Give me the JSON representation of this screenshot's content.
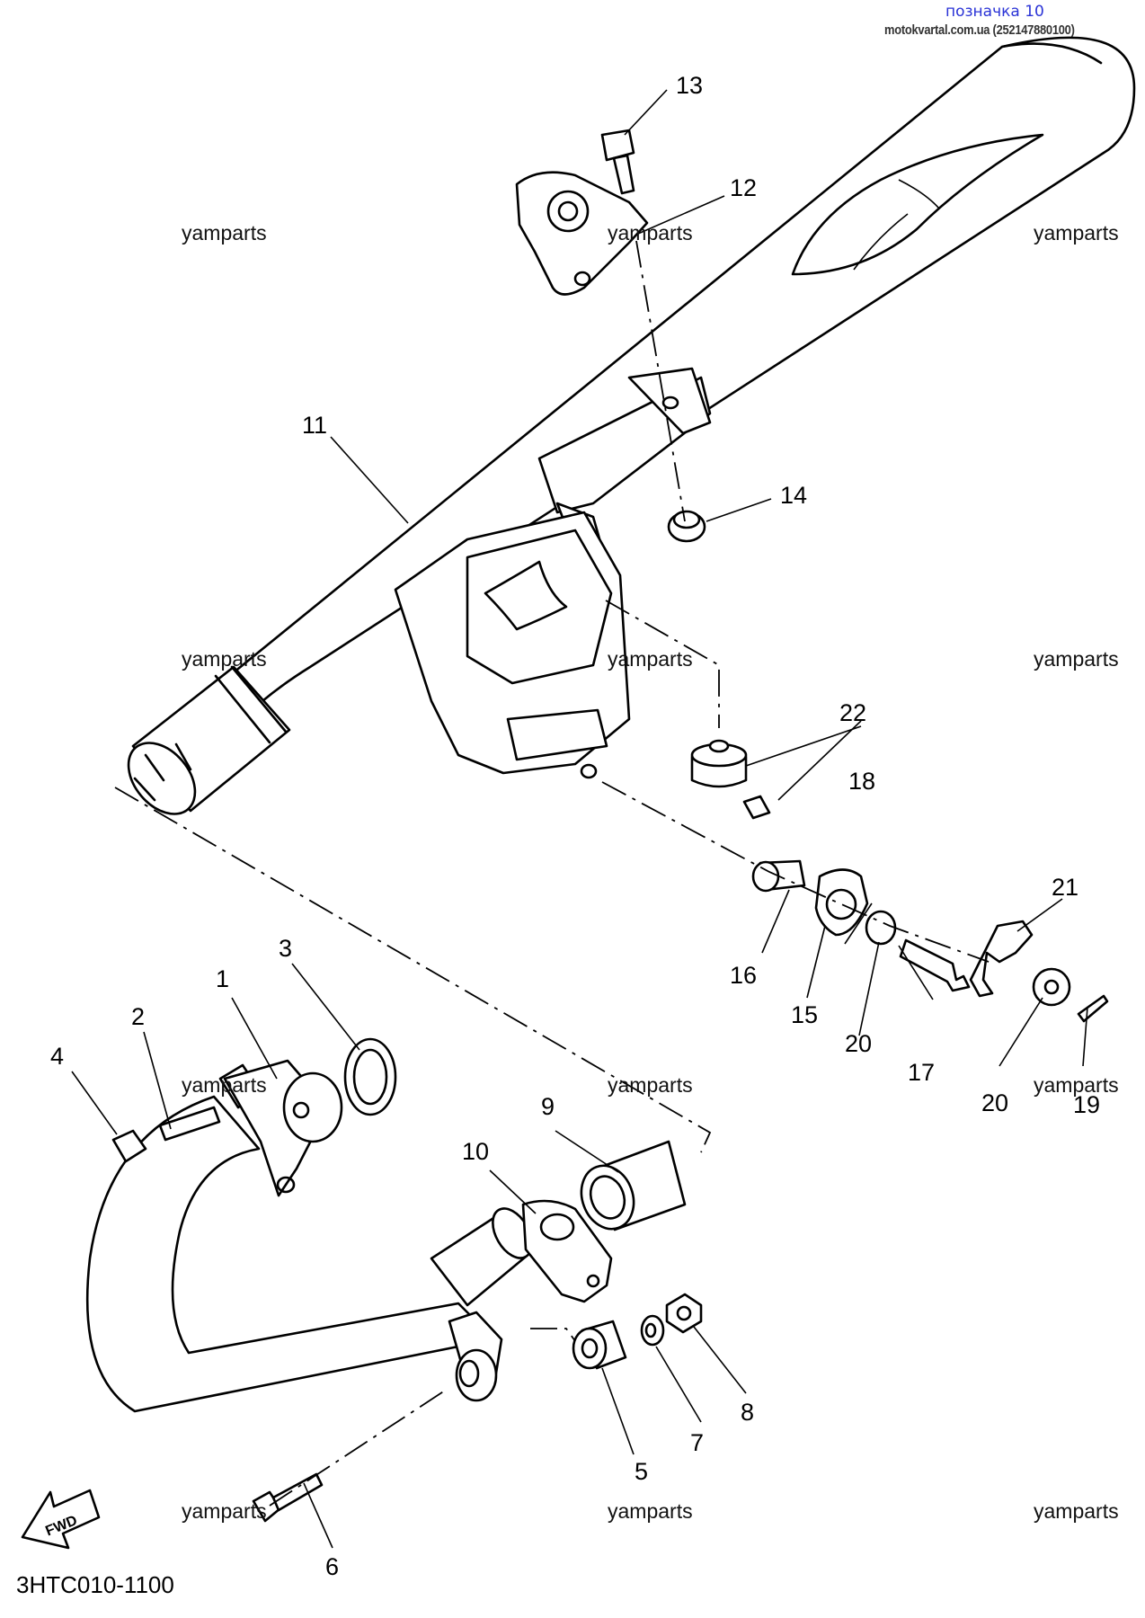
{
  "header": {
    "link_text": "позначка 10",
    "source_text": "motokvartal.com.ua (252147880100)"
  },
  "watermarks": [
    "yamparts",
    "yamparts",
    "yamparts",
    "yamparts",
    "yamparts",
    "yamparts",
    "yamparts",
    "yamparts",
    "yamparts",
    "yamparts",
    "yamparts",
    "yamparts"
  ],
  "callouts": [
    "1",
    "2",
    "3",
    "4",
    "5",
    "6",
    "7",
    "8",
    "9",
    "10",
    "11",
    "12",
    "13",
    "14",
    "15",
    "16",
    "17",
    "18",
    "19",
    "20",
    "20",
    "21",
    "22"
  ],
  "diagram_code": "3HTC010-1100",
  "fwd_label": "FWD"
}
